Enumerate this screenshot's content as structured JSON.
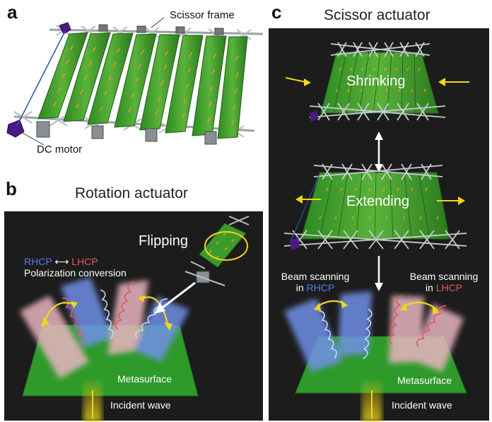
{
  "panel_a": {
    "letter": "a",
    "label_scissor_frame": "Scissor frame",
    "label_dc_motor": "DC motor"
  },
  "panel_b": {
    "letter": "b",
    "title": "Rotation actuator",
    "label_flipping": "Flipping",
    "polarization_rhcp": "RHCP",
    "polarization_arrow": "⟷",
    "polarization_lhcp": "LHCP",
    "polarization_conversion": "Polarization conversion",
    "label_metasurface": "Metasurface",
    "label_incident_wave": "Incident wave"
  },
  "panel_c": {
    "letter": "c",
    "title": "Scissor actuator",
    "label_shrinking": "Shrinking",
    "label_extending": "Extending",
    "beam_rhcp_line1": "Beam scanning",
    "beam_rhcp_line2_prefix": "in ",
    "beam_rhcp_line2_pol": "RHCP",
    "beam_lhcp_line1": "Beam scanning",
    "beam_lhcp_line2_prefix": "in ",
    "beam_lhcp_line2_pol": "LHCP",
    "label_metasurface": "Metasurface",
    "label_incident_wave": "Incident wave"
  },
  "colors": {
    "background_dark": "#1c1c1c",
    "metasurface_green": "#2e9a2a",
    "panel_green": "#3d9a2c",
    "rhcp_blue": "#5a78e8",
    "lhcp_red": "#e05a5a",
    "arrow_yellow": "#f1d51c",
    "incident_wave_yellow": "#d8c21a",
    "motor_purple": "#4a1a86"
  }
}
